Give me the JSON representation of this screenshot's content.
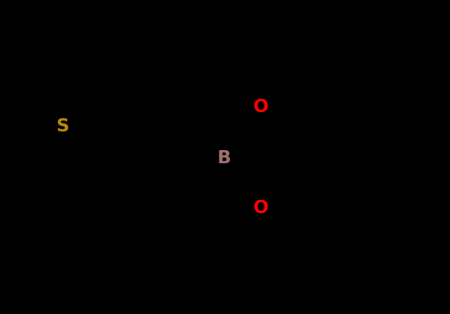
{
  "background": "#000000",
  "atoms": {
    "sulfur": {
      "label": "S",
      "color": "#B8860B"
    },
    "boron": {
      "label": "B",
      "color": "#A0706E"
    },
    "oxygen_top": {
      "label": "O",
      "color": "#FF0000"
    },
    "oxygen_bottom": {
      "label": "O",
      "color": "#FF0000"
    }
  }
}
